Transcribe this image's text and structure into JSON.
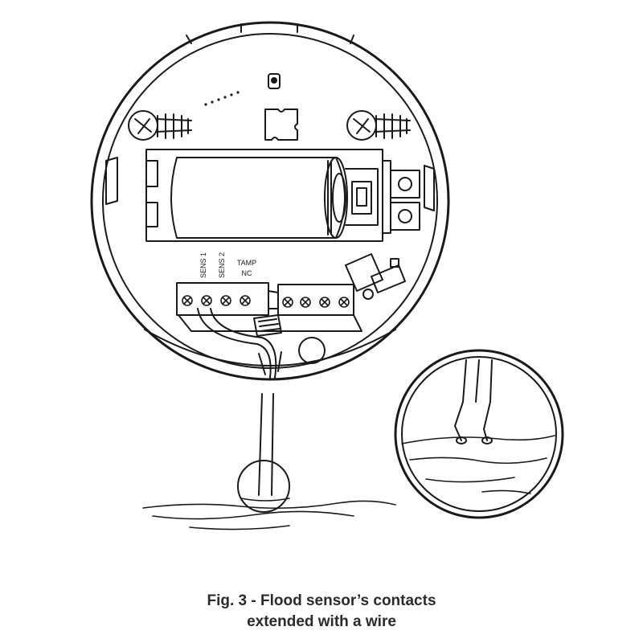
{
  "labels": {
    "sens1": "SENS 1",
    "sens2": "SENS 2",
    "tamp": "TAMP",
    "nc": "NC"
  },
  "caption": {
    "line1": "Fig. 3 - Flood sensor’s contacts",
    "line2": "extended with a wire"
  },
  "colors": {
    "line": "#1a1a1a",
    "caption": "#2b2b2b",
    "background": "#ffffff"
  }
}
